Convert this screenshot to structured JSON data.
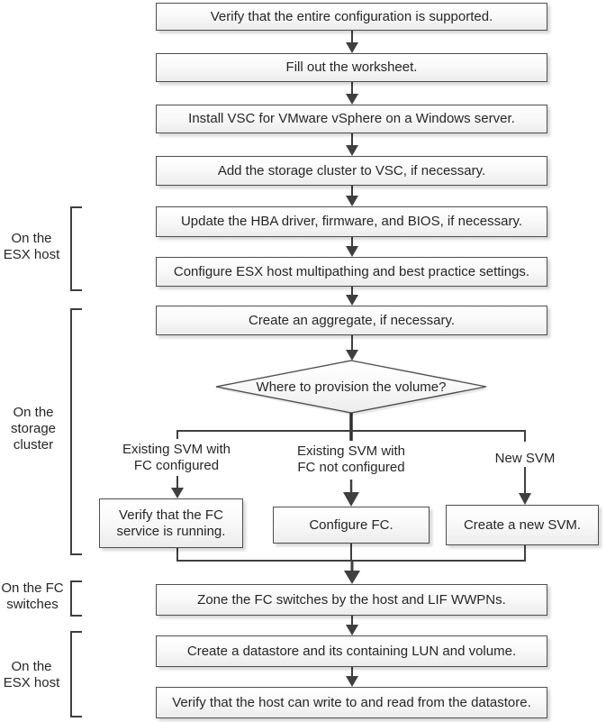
{
  "flow": {
    "boxes": [
      "Verify that the entire configuration is supported.",
      "Fill out the worksheet.",
      "Install VSC for VMware vSphere on a Windows server.",
      "Add the storage cluster to VSC, if necessary.",
      "Update the HBA driver, firmware, and BIOS, if necessary.",
      "Configure ESX host multipathing and best practice settings.",
      "Create an aggregate, if necessary.",
      "Zone the FC switches by the host and LIF WWPNs.",
      "Create a datastore and its containing LUN and volume.",
      "Verify that the host can write to and read from the datastore."
    ],
    "decision": "Where to provision the volume?",
    "branches": [
      {
        "label": "Existing SVM with\nFC configured",
        "box": "Verify that the FC service is running."
      },
      {
        "label": "Existing SVM with\nFC not configured",
        "box": "Configure FC."
      },
      {
        "label": "New SVM",
        "box": "Create a new SVM."
      }
    ],
    "side_labels": [
      {
        "text": "On the\nESX host"
      },
      {
        "text": "On the\nstorage\ncluster"
      },
      {
        "text": "On the FC\nswitches"
      },
      {
        "text": "On the\nESX host"
      }
    ]
  },
  "colors": {
    "line": "#3f3f3f",
    "border": "#4f4f4f",
    "text": "#262626"
  }
}
